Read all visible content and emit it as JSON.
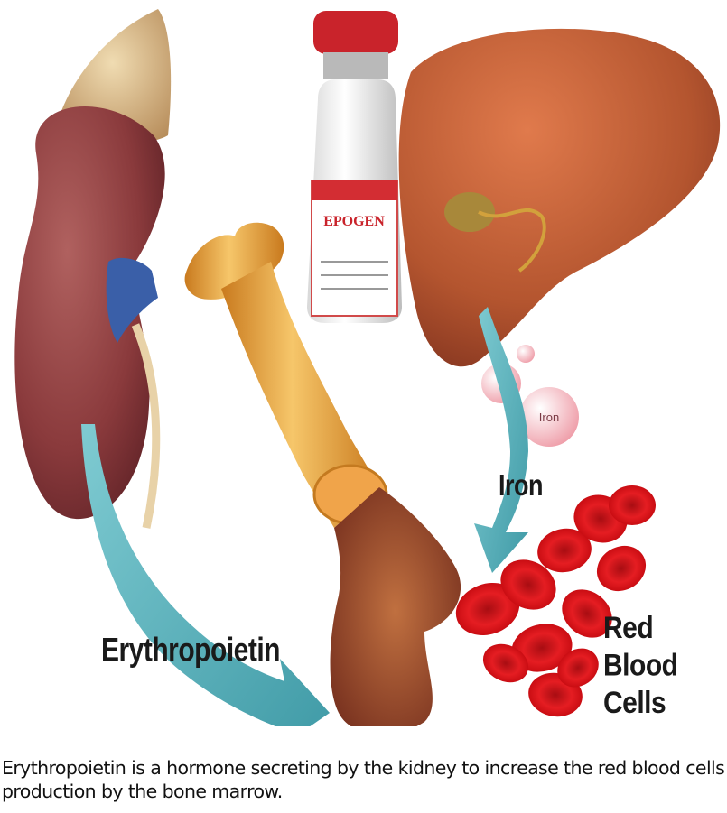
{
  "labels": {
    "erythropoietin": "Erythropoietin",
    "iron": "Iron",
    "iron_molecule": "Iron",
    "red_blood_cells_line1": "Red Blood",
    "red_blood_cells_line2": "Cells"
  },
  "vial": {
    "brand": "EPOGEN"
  },
  "caption": {
    "line1": "Erythropoietin is a hormone secreting by the kidney to increase the red blood cells",
    "line2": "production by the bone marrow."
  },
  "colors": {
    "kidney": "#8a3a3c",
    "adrenal": "#d9b98a",
    "liver": "#b4552f",
    "bone": "#e8a23c",
    "marrow": "#9a4a2e",
    "rbc": "#e0161c",
    "arrow": "#5fb7bf",
    "iron_sphere": "#f2b8bf"
  }
}
